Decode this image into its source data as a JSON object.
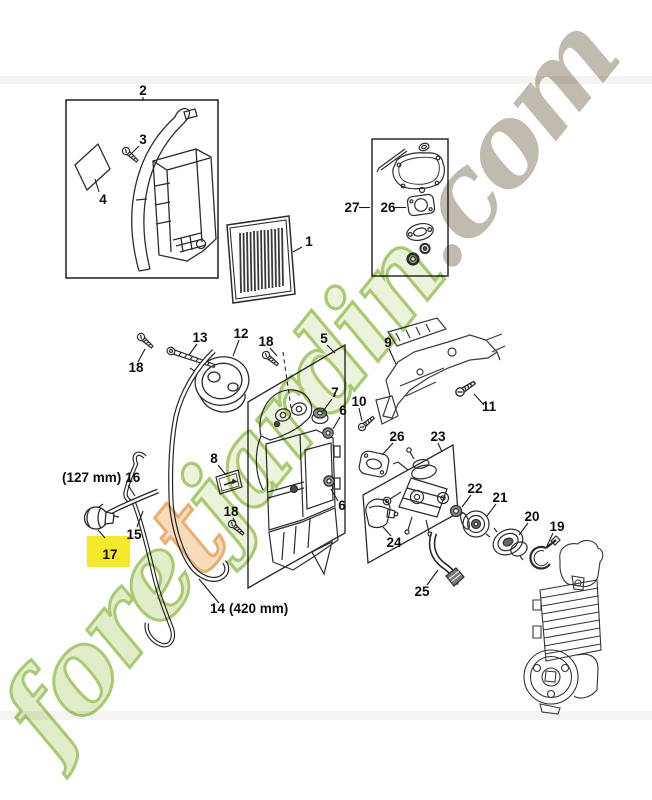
{
  "watermark": {
    "seg_fore": "fore",
    "seg_t": "t",
    "seg_jardin": "jardin",
    "seg_com": ".com",
    "color_green": "#bcd584",
    "color_orange": "#f1c38d",
    "color_tan": "#b2a99b"
  },
  "highlight": {
    "part": "17",
    "color": "#f4e92a"
  },
  "callouts": {
    "n1": "1",
    "n2": "2",
    "n3": "3",
    "n4": "4",
    "n5": "5",
    "n6a": "6",
    "n6b": "6",
    "n7": "7",
    "n8": "8",
    "n9": "9",
    "n10": "10",
    "n11": "11",
    "n12": "12",
    "n13": "13",
    "n14": "14",
    "n15": "15",
    "n16": "16",
    "n17": "17",
    "n18a": "18",
    "n18b": "18",
    "n18c": "18",
    "n19": "19",
    "n20": "20",
    "n21": "21",
    "n22": "22",
    "n23": "23",
    "n24": "24",
    "n25": "25",
    "n26a": "26",
    "n26b": "26",
    "n27": "27"
  },
  "dimensions": {
    "hose16": "(127 mm)",
    "hose14": "(420 mm)"
  }
}
